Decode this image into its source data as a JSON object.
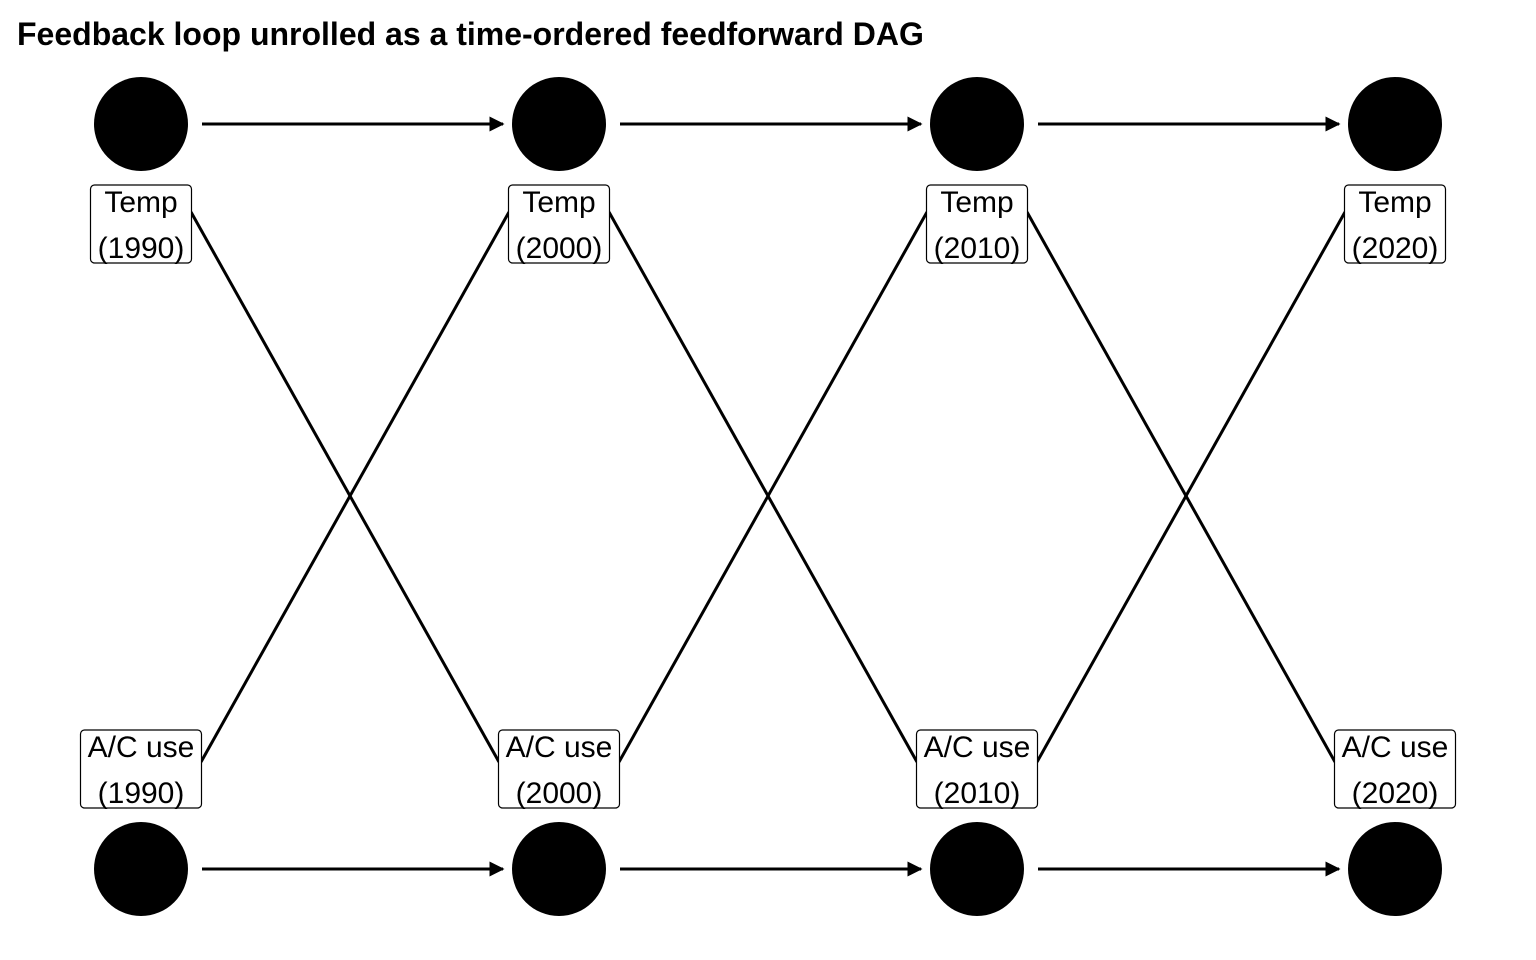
{
  "title": "Feedback loop unrolled as a time-ordered feedforward DAG",
  "colors": {
    "background": "#ffffff",
    "node": "#000000",
    "edge": "#000000",
    "label_border": "#000000"
  },
  "nodes": [
    {
      "id": "temp_1990",
      "label": [
        "Temp",
        "(1990)"
      ],
      "row": "top",
      "col": 0
    },
    {
      "id": "temp_2000",
      "label": [
        "Temp",
        "(2000)"
      ],
      "row": "top",
      "col": 1
    },
    {
      "id": "temp_2010",
      "label": [
        "Temp",
        "(2010)"
      ],
      "row": "top",
      "col": 2
    },
    {
      "id": "temp_2020",
      "label": [
        "Temp",
        "(2020)"
      ],
      "row": "top",
      "col": 3
    },
    {
      "id": "ac_1990",
      "label": [
        "A/C use",
        "(1990)"
      ],
      "row": "bottom",
      "col": 0
    },
    {
      "id": "ac_2000",
      "label": [
        "A/C use",
        "(2000)"
      ],
      "row": "bottom",
      "col": 1
    },
    {
      "id": "ac_2010",
      "label": [
        "A/C use",
        "(2010)"
      ],
      "row": "bottom",
      "col": 2
    },
    {
      "id": "ac_2020",
      "label": [
        "A/C use",
        "(2020)"
      ],
      "row": "bottom",
      "col": 3
    }
  ],
  "edges": [
    {
      "from": "temp_1990",
      "to": "temp_2000"
    },
    {
      "from": "temp_2000",
      "to": "temp_2010"
    },
    {
      "from": "temp_2010",
      "to": "temp_2020"
    },
    {
      "from": "ac_1990",
      "to": "ac_2000"
    },
    {
      "from": "ac_2000",
      "to": "ac_2010"
    },
    {
      "from": "ac_2010",
      "to": "ac_2020"
    },
    {
      "from": "temp_1990",
      "to": "ac_2000"
    },
    {
      "from": "temp_2000",
      "to": "ac_2010"
    },
    {
      "from": "temp_2010",
      "to": "ac_2020"
    },
    {
      "from": "ac_1990",
      "to": "temp_2000"
    },
    {
      "from": "ac_2000",
      "to": "temp_2010"
    },
    {
      "from": "ac_2010",
      "to": "temp_2020"
    }
  ]
}
